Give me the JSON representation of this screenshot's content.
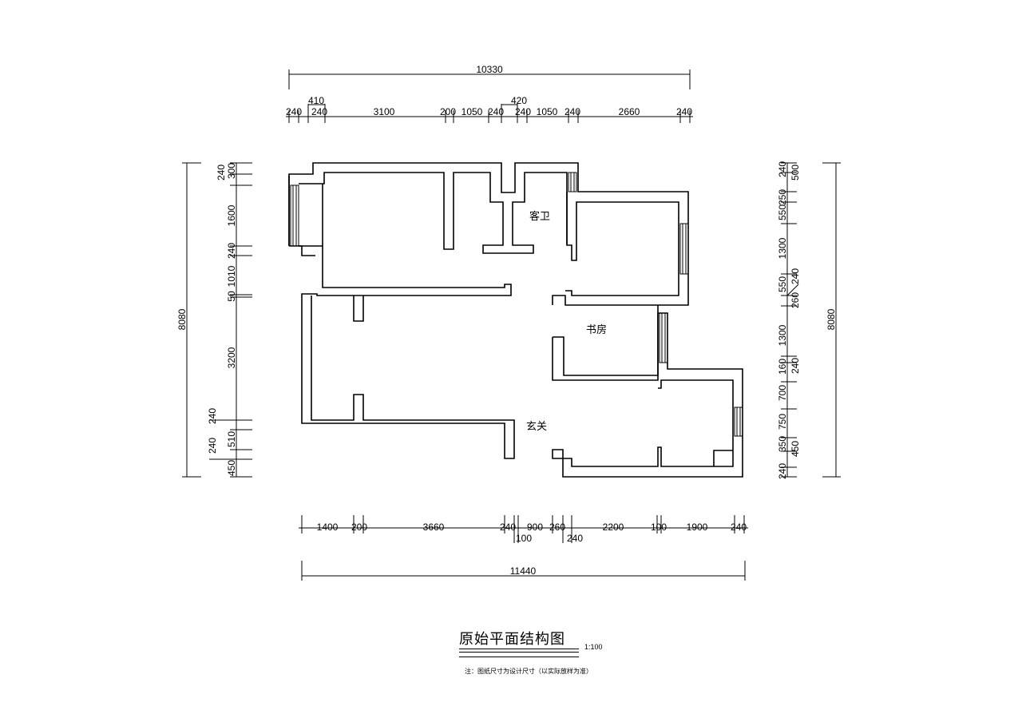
{
  "dimensions": {
    "top_total": "10330",
    "top_segments": [
      "240",
      "410",
      "240",
      "3100",
      "200",
      "1050",
      "240",
      "420",
      "240",
      "1050",
      "240",
      "2660",
      "240"
    ],
    "bottom_segments": [
      "1400",
      "200",
      "3660",
      "240",
      "900",
      "260",
      "2200",
      "100",
      "1900",
      "240"
    ],
    "bottom_sub": [
      "100",
      "240"
    ],
    "bottom_total": "11440",
    "left_total": "8080",
    "left_segments": [
      "240",
      "300",
      "1600",
      "240",
      "1010",
      "50",
      "3200",
      "240",
      "510",
      "240",
      "450"
    ],
    "right_total": "8080",
    "right_segments": [
      "240",
      "500",
      "250",
      "550",
      "1300",
      "240",
      "550",
      "260",
      "1300",
      "160",
      "240",
      "700",
      "750",
      "350",
      "450",
      "240"
    ]
  },
  "rooms": {
    "guest_bath": "客卫",
    "study": "书房",
    "entry": "玄关"
  },
  "title": {
    "text": "原始平面结构图",
    "scale": "1:100",
    "note": "注：图纸尺寸为设计尺寸（以实际放样为准）"
  }
}
